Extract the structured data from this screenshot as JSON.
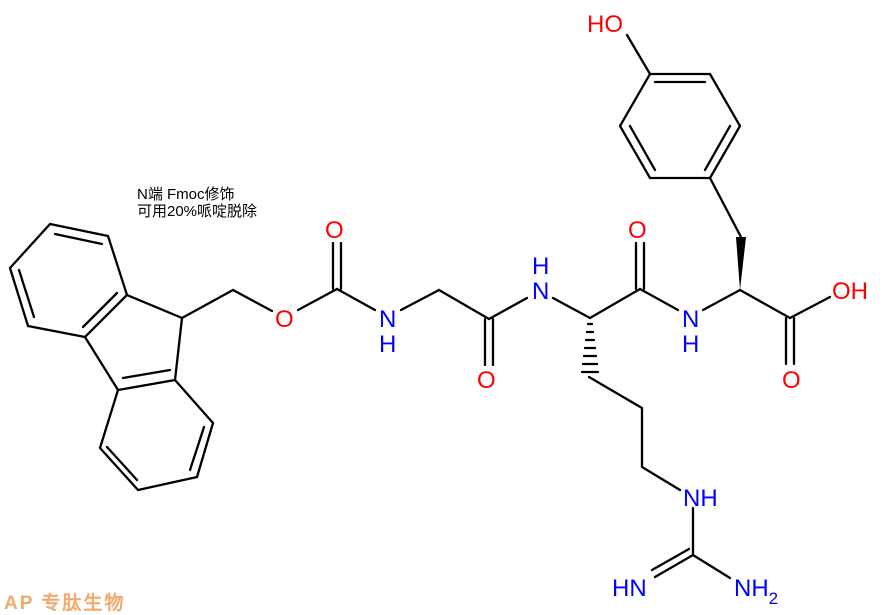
{
  "annotation": {
    "line1": "N端 Fmoc修饰",
    "line2": "可用20%哌啶脱除"
  },
  "atoms": {
    "carbamate_o": "O",
    "ester_o": "O",
    "gly_n": "N",
    "gly_h": "H",
    "gly_o": "O",
    "arg_n": "N",
    "arg_h": "H",
    "arg_o": "O",
    "tyr_n": "N",
    "tyr_h": "H",
    "acid_o": "O",
    "acid_oh": "OH",
    "phenol_oh": "HO",
    "guan_nh": "NH",
    "guan_imine": "HN",
    "guan_nh2": "NH",
    "guan_nh2_sub": "2"
  },
  "logo": {
    "text": "AP 专肽生物"
  },
  "colors": {
    "oxygen": "#ff0000",
    "nitrogen": "#0000ff",
    "bond": "#000000",
    "logo": "#f2a96b"
  }
}
